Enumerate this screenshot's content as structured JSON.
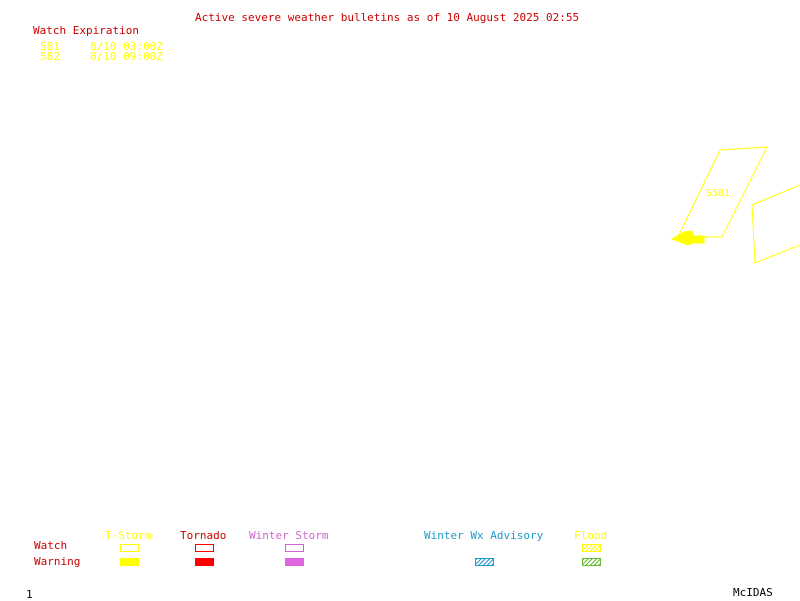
{
  "header": {
    "bulletin": "Active severe weather bulletins as of 10 August 2025 02:55"
  },
  "watch_list": {
    "title": "Watch Expiration",
    "items": [
      {
        "id": "581",
        "expires": "8/10 03:00Z"
      },
      {
        "id": "582",
        "expires": "8/10 09:00Z"
      }
    ]
  },
  "map": {
    "watch_label": "S581"
  },
  "legend": {
    "row_labels": {
      "watch": "Watch",
      "warning": "Warning"
    },
    "categories": [
      {
        "key": "tstorm",
        "label": "T-Storm",
        "color": "#ffff00"
      },
      {
        "key": "tornado",
        "label": "Tornado",
        "color": "#ff0000",
        "label_color": "#cc0000"
      },
      {
        "key": "winter_storm",
        "label": "Winter Storm",
        "color": "#dd66dd",
        "label_color": "#cc66cc"
      },
      {
        "key": "winter_wx_advisory",
        "label": "Winter Wx Advisory",
        "color": "#2299cc"
      },
      {
        "key": "flood",
        "label": "Flood",
        "color": "#ffff00",
        "hatch_color": "#66bb33"
      }
    ]
  },
  "footer": {
    "frame_number": "1",
    "software": "McIDAS"
  },
  "colors": {
    "header_red": "#cc0000",
    "watch_yellow": "#ffff00",
    "background": "#ffffff"
  }
}
